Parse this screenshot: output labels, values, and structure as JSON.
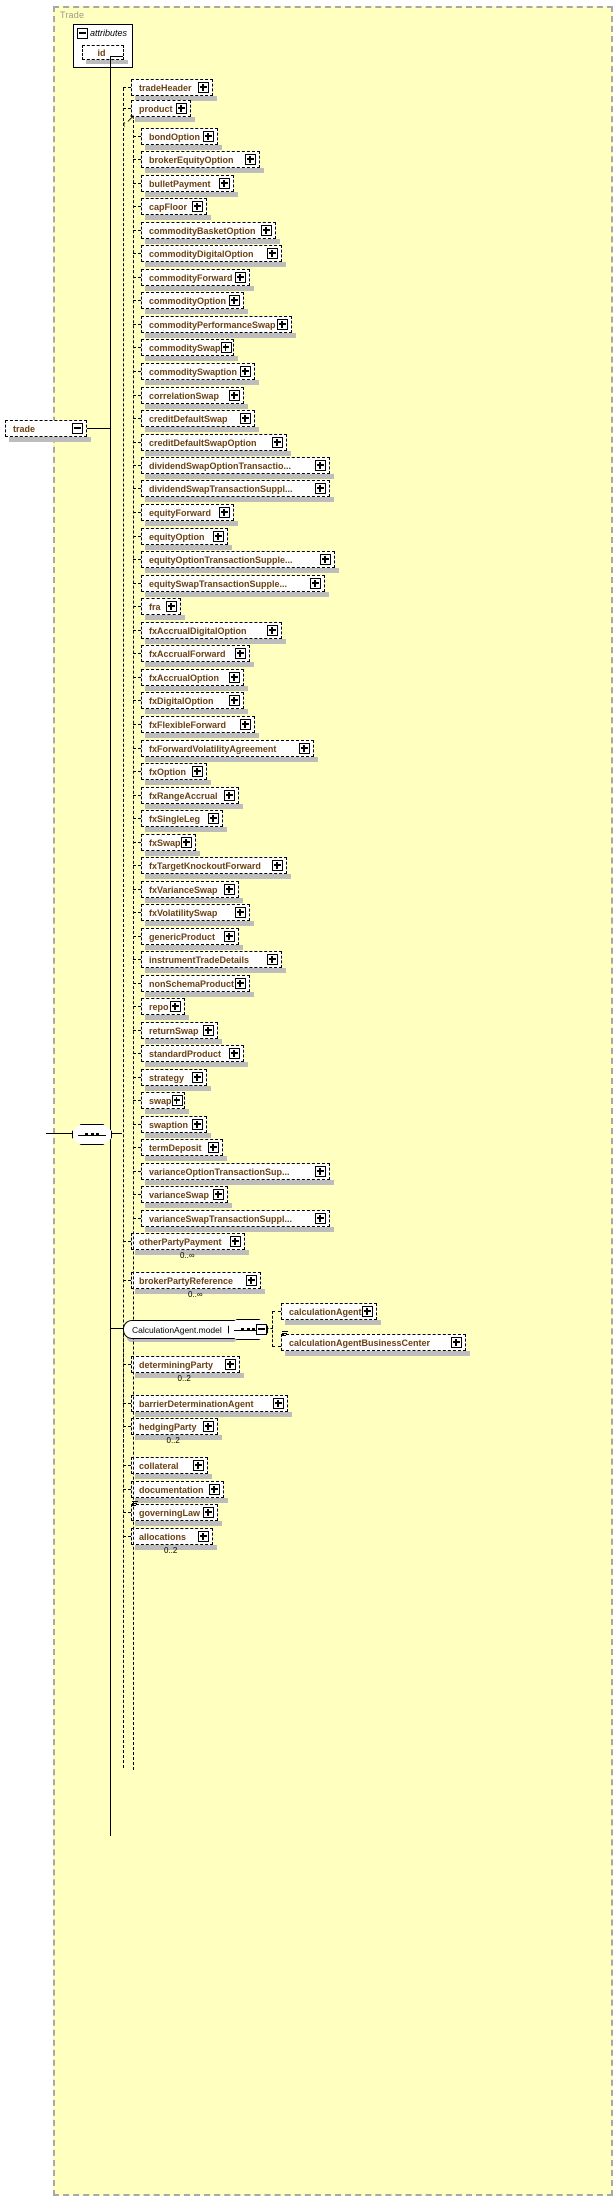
{
  "diagram": {
    "type": "xsd-schema-tree",
    "group_label": "Trade",
    "root": {
      "name": "trade",
      "toggle": "minus"
    },
    "attributes": {
      "label": "attributes",
      "toggle": "minus",
      "items": [
        {
          "name": "id"
        }
      ]
    }
  },
  "nodes": [
    {
      "name": "tradeHeader",
      "toggle": "plus",
      "card": "",
      "marker": ""
    },
    {
      "name": "product",
      "toggle": "plus",
      "card": "",
      "marker": "substitution"
    },
    {
      "name": "bondOption",
      "toggle": "plus",
      "card": "",
      "marker": ""
    },
    {
      "name": "brokerEquityOption",
      "toggle": "plus",
      "card": "",
      "marker": ""
    },
    {
      "name": "bulletPayment",
      "toggle": "plus",
      "card": "",
      "marker": ""
    },
    {
      "name": "capFloor",
      "toggle": "plus",
      "card": "",
      "marker": ""
    },
    {
      "name": "commodityBasketOption",
      "toggle": "plus",
      "card": "",
      "marker": ""
    },
    {
      "name": "commodityDigitalOption",
      "toggle": "plus",
      "card": "",
      "marker": ""
    },
    {
      "name": "commodityForward",
      "toggle": "plus",
      "card": "",
      "marker": ""
    },
    {
      "name": "commodityOption",
      "toggle": "plus",
      "card": "",
      "marker": ""
    },
    {
      "name": "commodityPerformanceSwap",
      "toggle": "plus",
      "card": "",
      "marker": ""
    },
    {
      "name": "commoditySwap",
      "toggle": "plus",
      "card": "",
      "marker": ""
    },
    {
      "name": "commoditySwaption",
      "toggle": "plus",
      "card": "",
      "marker": ""
    },
    {
      "name": "correlationSwap",
      "toggle": "plus",
      "card": "",
      "marker": ""
    },
    {
      "name": "creditDefaultSwap",
      "toggle": "plus",
      "card": "",
      "marker": ""
    },
    {
      "name": "creditDefaultSwapOption",
      "toggle": "plus",
      "card": "",
      "marker": ""
    },
    {
      "name": "dividendSwapOptionTransactio...",
      "toggle": "plus",
      "card": "",
      "marker": ""
    },
    {
      "name": "dividendSwapTransactionSuppl...",
      "toggle": "plus",
      "card": "",
      "marker": ""
    },
    {
      "name": "equityForward",
      "toggle": "plus",
      "card": "",
      "marker": ""
    },
    {
      "name": "equityOption",
      "toggle": "plus",
      "card": "",
      "marker": ""
    },
    {
      "name": "equityOptionTransactionSupple...",
      "toggle": "plus",
      "card": "",
      "marker": ""
    },
    {
      "name": "equitySwapTransactionSupple...",
      "toggle": "plus",
      "card": "",
      "marker": ""
    },
    {
      "name": "fra",
      "toggle": "plus",
      "card": "",
      "marker": ""
    },
    {
      "name": "fxAccrualDigitalOption",
      "toggle": "plus",
      "card": "",
      "marker": ""
    },
    {
      "name": "fxAccrualForward",
      "toggle": "plus",
      "card": "",
      "marker": ""
    },
    {
      "name": "fxAccrualOption",
      "toggle": "plus",
      "card": "",
      "marker": ""
    },
    {
      "name": "fxDigitalOption",
      "toggle": "plus",
      "card": "",
      "marker": ""
    },
    {
      "name": "fxFlexibleForward",
      "toggle": "plus",
      "card": "",
      "marker": ""
    },
    {
      "name": "fxForwardVolatilityAgreement",
      "toggle": "plus",
      "card": "",
      "marker": ""
    },
    {
      "name": "fxOption",
      "toggle": "plus",
      "card": "",
      "marker": ""
    },
    {
      "name": "fxRangeAccrual",
      "toggle": "plus",
      "card": "",
      "marker": ""
    },
    {
      "name": "fxSingleLeg",
      "toggle": "plus",
      "card": "",
      "marker": ""
    },
    {
      "name": "fxSwap",
      "toggle": "plus",
      "card": "",
      "marker": ""
    },
    {
      "name": "fxTargetKnockoutForward",
      "toggle": "plus",
      "card": "",
      "marker": ""
    },
    {
      "name": "fxVarianceSwap",
      "toggle": "plus",
      "card": "",
      "marker": ""
    },
    {
      "name": "fxVolatilitySwap",
      "toggle": "plus",
      "card": "",
      "marker": ""
    },
    {
      "name": "genericProduct",
      "toggle": "plus",
      "card": "",
      "marker": ""
    },
    {
      "name": "instrumentTradeDetails",
      "toggle": "plus",
      "card": "",
      "marker": ""
    },
    {
      "name": "nonSchemaProduct",
      "toggle": "plus",
      "card": "",
      "marker": ""
    },
    {
      "name": "repo",
      "toggle": "plus",
      "card": "",
      "marker": ""
    },
    {
      "name": "returnSwap",
      "toggle": "plus",
      "card": "",
      "marker": ""
    },
    {
      "name": "standardProduct",
      "toggle": "plus",
      "card": "",
      "marker": ""
    },
    {
      "name": "strategy",
      "toggle": "plus",
      "card": "",
      "marker": ""
    },
    {
      "name": "swap",
      "toggle": "plus",
      "card": "",
      "marker": ""
    },
    {
      "name": "swaption",
      "toggle": "plus",
      "card": "",
      "marker": ""
    },
    {
      "name": "termDeposit",
      "toggle": "plus",
      "card": "",
      "marker": ""
    },
    {
      "name": "varianceOptionTransactionSup...",
      "toggle": "plus",
      "card": "",
      "marker": ""
    },
    {
      "name": "varianceSwap",
      "toggle": "plus",
      "card": "",
      "marker": ""
    },
    {
      "name": "varianceSwapTransactionSuppl...",
      "toggle": "plus",
      "card": "",
      "marker": ""
    },
    {
      "name": "otherPartyPayment",
      "toggle": "plus",
      "card": "0..∞",
      "marker": ""
    },
    {
      "name": "brokerPartyReference",
      "toggle": "plus",
      "card": "0..∞",
      "marker": ""
    }
  ],
  "calculation_agent_model": {
    "label": "CalculationAgent.model",
    "toggle": "minus",
    "sequence_toggle": "minus",
    "children": [
      {
        "name": "calculationAgent",
        "toggle": "plus",
        "card": "",
        "marker": ""
      },
      {
        "name": "calculationAgentBusinessCenter",
        "toggle": "plus",
        "card": "",
        "marker": "repeat"
      }
    ]
  },
  "tail_nodes": [
    {
      "name": "determiningParty",
      "toggle": "plus",
      "card": "0..2",
      "marker": ""
    },
    {
      "name": "barrierDeterminationAgent",
      "toggle": "plus",
      "card": "",
      "marker": ""
    },
    {
      "name": "hedgingParty",
      "toggle": "plus",
      "card": "0..2",
      "marker": ""
    },
    {
      "name": "collateral",
      "toggle": "plus",
      "card": "",
      "marker": ""
    },
    {
      "name": "documentation",
      "toggle": "plus",
      "card": "",
      "marker": ""
    },
    {
      "name": "governingLaw",
      "toggle": "plus",
      "card": "",
      "marker": "repeat"
    },
    {
      "name": "allocations",
      "toggle": "plus",
      "card": "0..2",
      "marker": ""
    }
  ],
  "colors": {
    "group_fill": "#ffffbf",
    "group_border": "#a8a8a8",
    "node_text": "#6b3f10",
    "shadow": "#bdbdbd",
    "line": "#000000",
    "group_label_text": "#9a9a8a"
  }
}
